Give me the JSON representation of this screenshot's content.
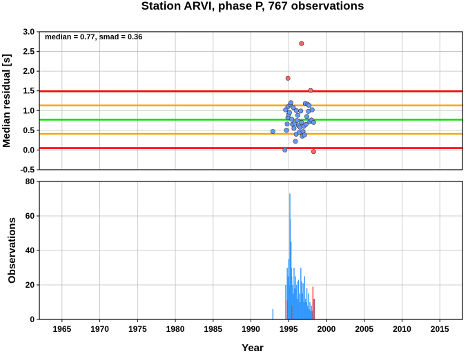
{
  "chart_data": [
    {
      "type": "scatter",
      "title": "Station ARVI, phase P, 767 observations",
      "ylabel": "Median residual [s]",
      "annotation": "median = 0.77, smad = 0.36",
      "xlim": [
        1962,
        2018
      ],
      "ylim": [
        -0.5,
        3.0
      ],
      "yticks": [
        "3.0",
        "2.5",
        "2.0",
        "1.5",
        "1.0",
        "0.5",
        "0.0",
        "-0.5"
      ],
      "ytick_values": [
        3.0,
        2.5,
        2.0,
        1.5,
        1.0,
        0.5,
        0.0,
        -0.5
      ],
      "grid": true,
      "reference_lines": [
        {
          "name": "median",
          "y": 0.77,
          "color": "#00e600"
        },
        {
          "name": "upper-1",
          "y": 1.13,
          "color": "#ffa500"
        },
        {
          "name": "lower-1",
          "y": 0.41,
          "color": "#ffa500"
        },
        {
          "name": "upper-2",
          "y": 1.49,
          "color": "#ff0000"
        },
        {
          "name": "lower-2",
          "y": 0.05,
          "color": "#ff0000"
        }
      ],
      "series": [
        {
          "color": "#6699ff",
          "points": [
            [
              1992.9,
              0.47
            ],
            [
              1994.6,
              1.02
            ],
            [
              1994.7,
              0.5
            ],
            [
              1994.8,
              0.66
            ],
            [
              1994.9,
              0.82
            ],
            [
              1994.9,
              1.1
            ],
            [
              1995.0,
              0.9
            ],
            [
              1995.1,
              0.95
            ],
            [
              1995.2,
              1.15
            ],
            [
              1995.3,
              1.2
            ],
            [
              1995.4,
              0.78
            ],
            [
              1995.5,
              0.65
            ],
            [
              1995.6,
              1.08
            ],
            [
              1995.7,
              0.55
            ],
            [
              1995.8,
              0.68
            ],
            [
              1995.9,
              0.22
            ],
            [
              1996.0,
              0.4
            ],
            [
              1996.1,
              0.75
            ],
            [
              1996.2,
              0.88
            ],
            [
              1996.3,
              0.62
            ],
            [
              1996.4,
              0.45
            ],
            [
              1996.5,
              0.58
            ],
            [
              1996.6,
              0.99
            ],
            [
              1996.7,
              0.7
            ],
            [
              1996.8,
              0.35
            ],
            [
              1996.9,
              0.47
            ],
            [
              1997.0,
              0.6
            ],
            [
              1997.1,
              0.38
            ],
            [
              1997.2,
              1.18
            ],
            [
              1997.3,
              0.65
            ],
            [
              1997.4,
              0.85
            ],
            [
              1997.5,
              1.16
            ],
            [
              1997.6,
              0.98
            ],
            [
              1997.7,
              1.13
            ],
            [
              1997.8,
              0.72
            ],
            [
              1998.0,
              0.76
            ],
            [
              1998.1,
              1.02
            ],
            [
              1998.3,
              0.7
            ],
            [
              1994.5,
              0.0
            ],
            [
              1996.0,
              1.0
            ]
          ]
        },
        {
          "color": "#ff6666",
          "points": [
            [
              1994.9,
              1.82
            ],
            [
              1996.7,
              2.7
            ],
            [
              1997.9,
              1.51
            ],
            [
              1998.3,
              -0.04
            ]
          ]
        }
      ]
    },
    {
      "type": "bar",
      "ylabel": "Observations",
      "xlabel": "Year",
      "xlim": [
        1962,
        2018
      ],
      "ylim": [
        0,
        80
      ],
      "yticks": [
        "80",
        "60",
        "40",
        "20",
        "0"
      ],
      "ytick_values": [
        80,
        60,
        40,
        20,
        0
      ],
      "xticks": [
        "1965",
        "1970",
        "1975",
        "1980",
        "1985",
        "1990",
        "1995",
        "2000",
        "2005",
        "2010",
        "2015"
      ],
      "xtick_values": [
        1965,
        1970,
        1975,
        1980,
        1985,
        1990,
        1995,
        2000,
        2005,
        2010,
        2015
      ],
      "grid": true,
      "series": [
        {
          "color": "#3399ff",
          "x": [
            1992.9,
            1994.6,
            1994.8,
            1994.9,
            1995.0,
            1995.1,
            1995.15,
            1995.2,
            1995.3,
            1995.35,
            1995.4,
            1995.5,
            1995.6,
            1995.7,
            1995.8,
            1995.9,
            1996.0,
            1996.1,
            1996.2,
            1996.3,
            1996.4,
            1996.5,
            1996.6,
            1996.7,
            1996.8,
            1996.9,
            1997.0,
            1997.1,
            1997.2,
            1997.3,
            1997.4,
            1997.5,
            1997.6,
            1997.7,
            1997.8,
            1997.9,
            1998.0,
            1998.1,
            1998.2,
            1998.4
          ],
          "values": [
            6,
            20,
            30,
            25,
            35,
            20,
            73,
            58,
            45,
            30,
            25,
            20,
            15,
            30,
            18,
            25,
            20,
            12,
            22,
            23,
            15,
            10,
            30,
            22,
            15,
            21,
            10,
            25,
            12,
            10,
            18,
            8,
            15,
            6,
            10,
            5,
            8,
            5,
            10,
            12
          ]
        },
        {
          "color": "#ff3333",
          "x": [
            1994.8,
            1995.4,
            1998.2,
            1998.35
          ],
          "values": [
            11,
            8,
            19,
            12
          ]
        }
      ]
    }
  ]
}
